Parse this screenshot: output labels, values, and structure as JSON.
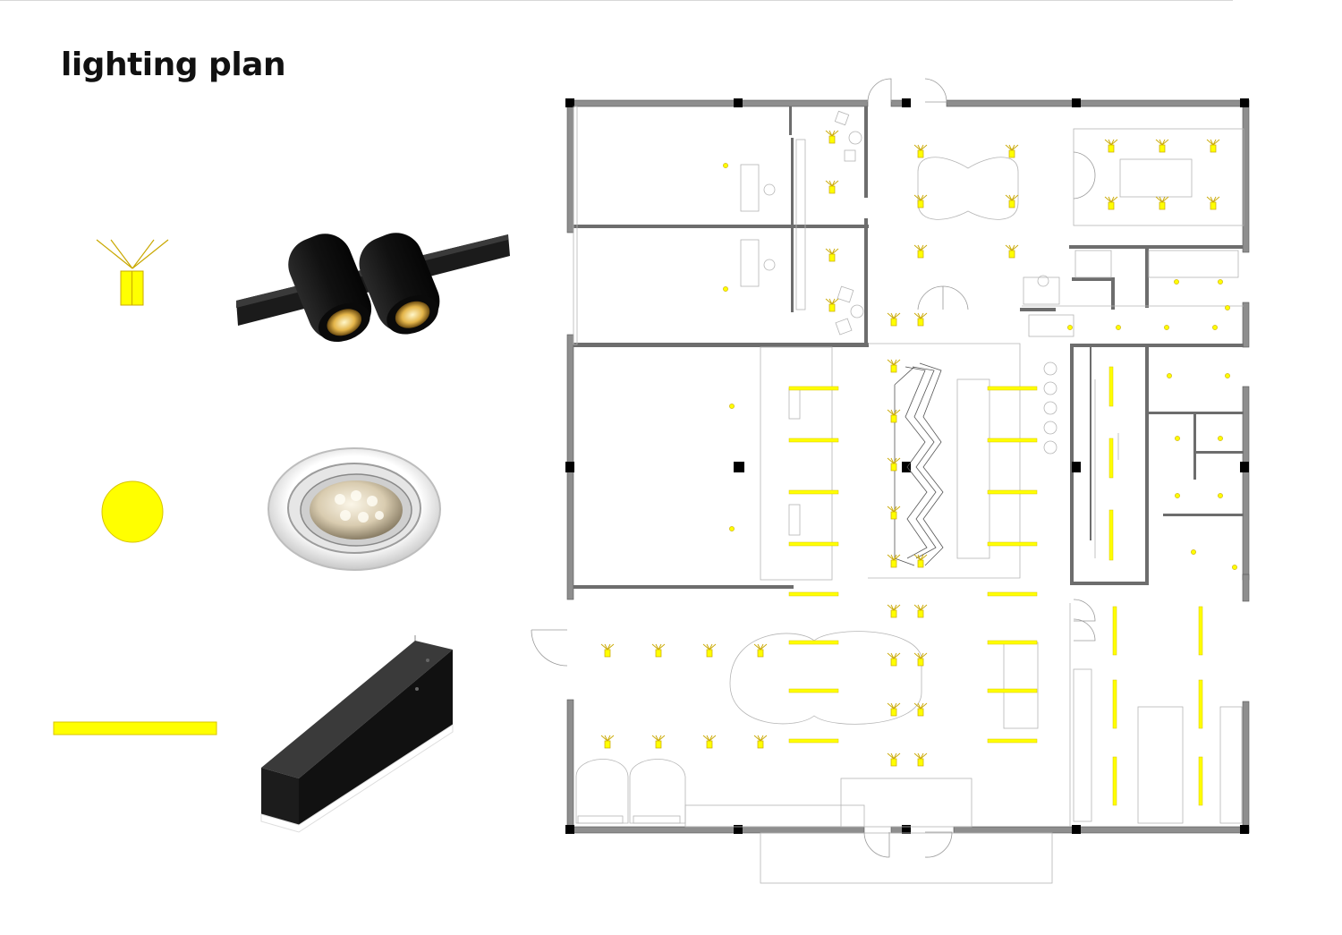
{
  "page": {
    "title": "lighting plan"
  },
  "colors": {
    "light": "#ffff00",
    "light_stroke": "#c9a800",
    "wall": "#8a8a8a",
    "wall_dark": "#4a4a4a",
    "column": "#000000",
    "furniture": "#9a9a9a",
    "fixture_body": "#1a1a1a"
  },
  "legend": [
    {
      "symbol": "spotlight-symbol",
      "photo": "track-spotlight-icon"
    },
    {
      "symbol": "downlight-symbol",
      "photo": "recessed-downlight-icon"
    },
    {
      "symbol": "linear-light-symbol",
      "photo": "linear-pendant-icon"
    }
  ]
}
